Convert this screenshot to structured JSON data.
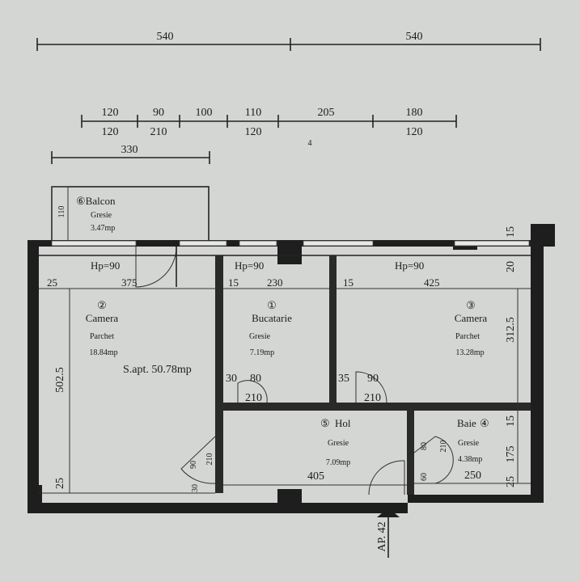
{
  "dimensions": {
    "top_left": "540",
    "top_right": "540",
    "row2_top": [
      "120",
      "90",
      "100",
      "110",
      "205",
      "180"
    ],
    "row2_bottom": [
      "120",
      "210",
      "120",
      "120"
    ],
    "row3": "330",
    "small_mark": "4"
  },
  "balcony": {
    "label": "⑥Balcon",
    "floor": "Gresie",
    "area": "3.47mp",
    "dim": "110"
  },
  "rooms": {
    "camera2": {
      "number": "②",
      "name": "Camera",
      "floor": "Parchet",
      "area": "18.84mp",
      "hp": "Hp=90",
      "width": "375",
      "left_offset": "25",
      "height": "502.5",
      "bottom_offset": "25"
    },
    "bucatarie": {
      "number": "①",
      "name": "Bucatarie",
      "floor": "Gresie",
      "area": "7.19mp",
      "hp": "Hp=90",
      "width": "230",
      "left_offset": "15",
      "door_a": "30",
      "door_b": "80",
      "door_c": "210"
    },
    "camera3": {
      "number": "③",
      "name": "Camera",
      "floor": "Parchet",
      "area": "13.28mp",
      "hp": "Hp=90",
      "width": "425",
      "left_offset": "15",
      "height": "312.5",
      "top_offset": "20",
      "wall_top": "15",
      "door_a": "35",
      "door_b": "90",
      "door_c": "210"
    },
    "hol": {
      "number": "⑤",
      "name": "Hol",
      "floor": "Gresie",
      "area": "7.09mp",
      "width": "405",
      "door_a": "90",
      "door_b": "210",
      "door_c": "30"
    },
    "baie": {
      "name": "Baie",
      "number": "④",
      "floor": "Gresie",
      "area": "4.38mp",
      "width": "250",
      "dim_15": "15",
      "dim_175": "175",
      "dim_25": "25",
      "door_a": "80",
      "door_b": "210",
      "door_c": "60"
    }
  },
  "total_area": "S.apt. 50.78mp",
  "entrance_label": "AP. 42"
}
